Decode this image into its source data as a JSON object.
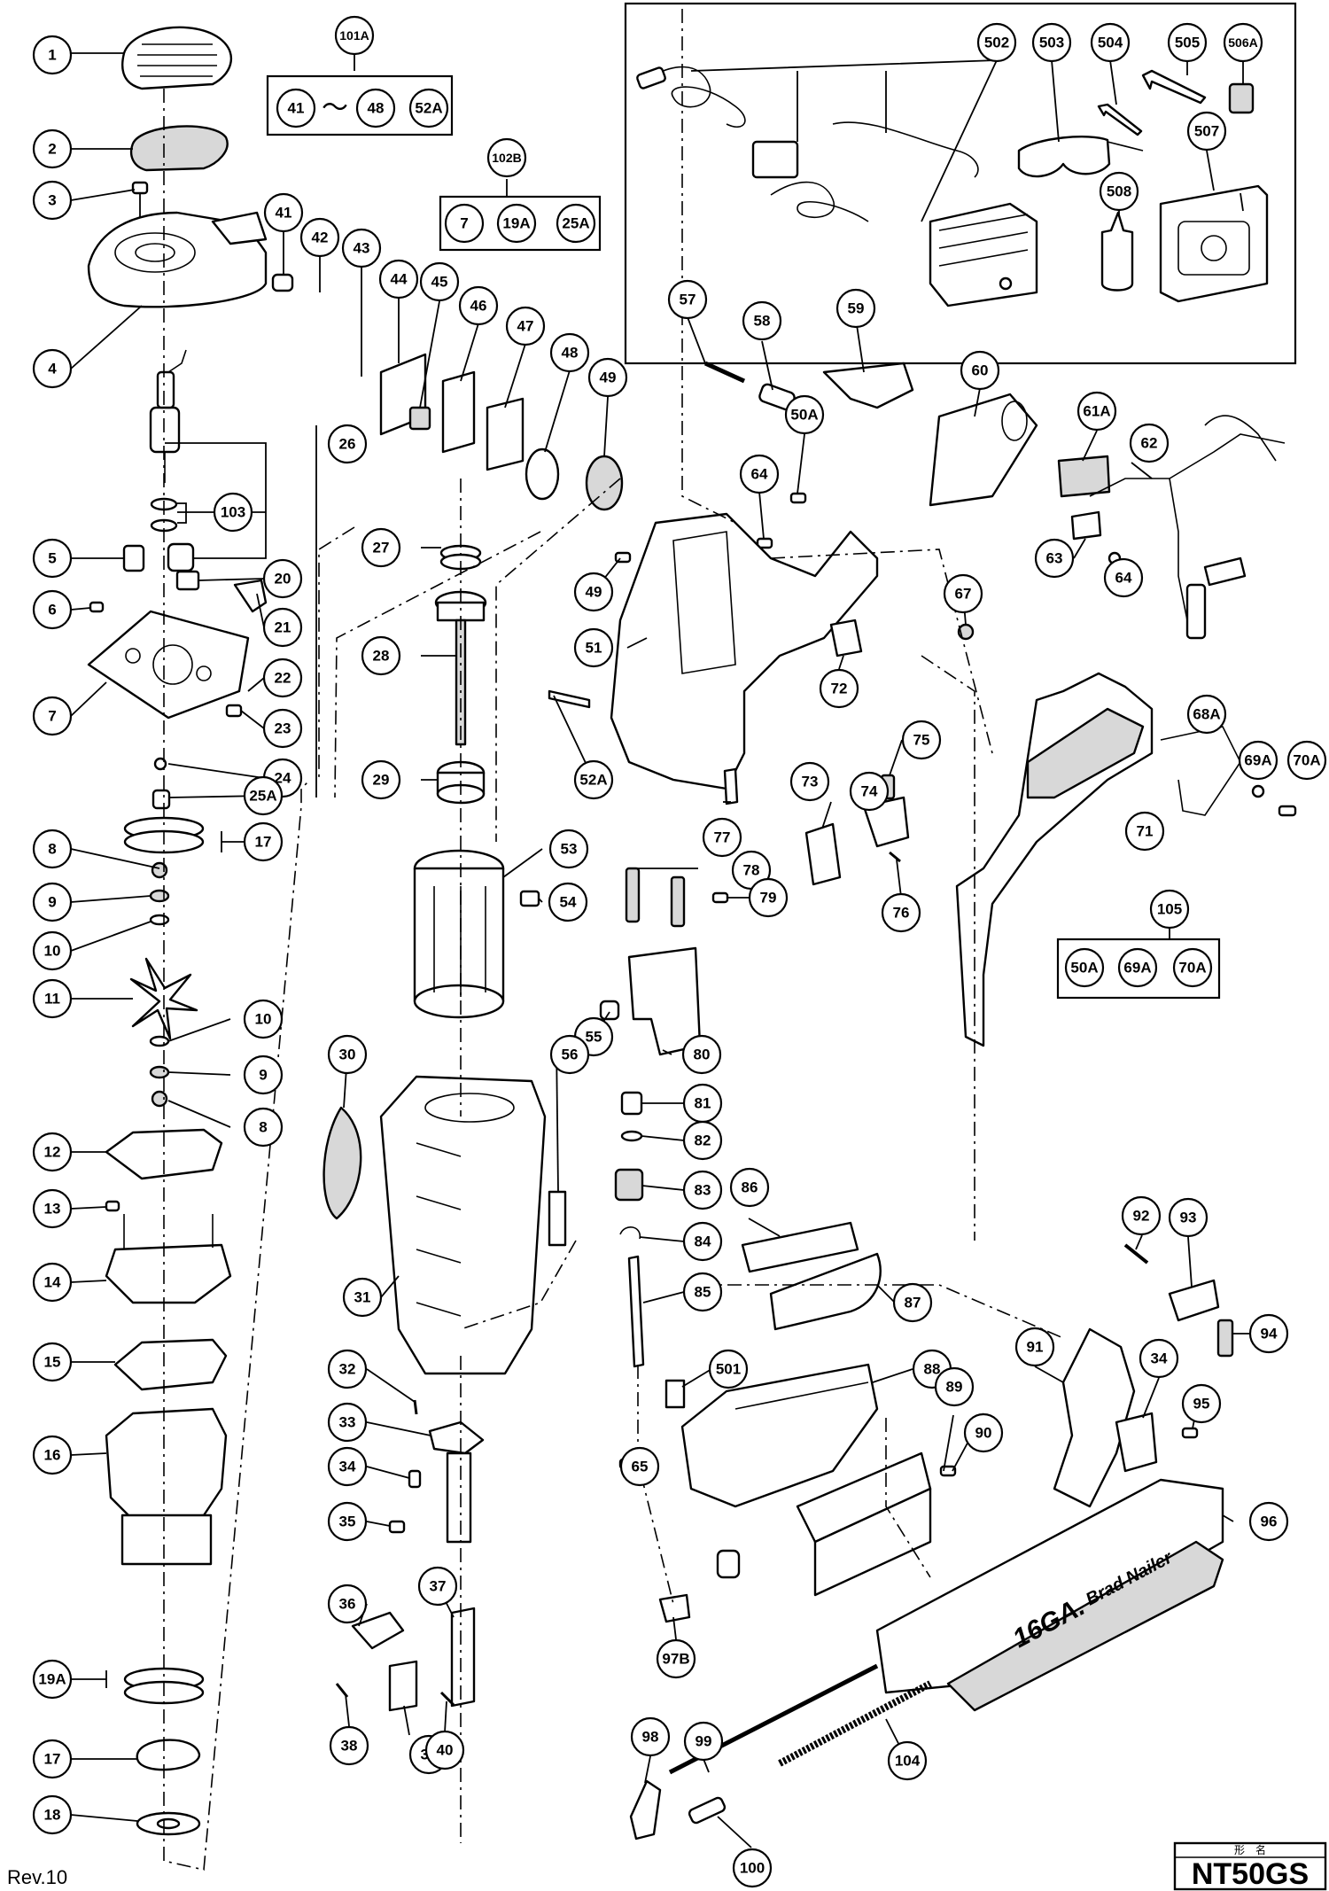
{
  "revision": "Rev.10",
  "model": {
    "caption": "形　名",
    "name": "NT50GS"
  },
  "tool_marking": {
    "gauge": "16GA.",
    "type": "Brad Nailer"
  },
  "callouts": [
    "1",
    "2",
    "3",
    "4",
    "5",
    "6",
    "7",
    "8",
    "9",
    "10",
    "11",
    "10",
    "9",
    "8",
    "12",
    "13",
    "14",
    "15",
    "16",
    "17",
    "18",
    "103",
    "20",
    "21",
    "22",
    "23",
    "24",
    "25A",
    "17",
    "19A",
    "26",
    "27",
    "28",
    "29",
    "30",
    "31",
    "32",
    "33",
    "34",
    "35",
    "36",
    "37",
    "38",
    "39",
    "40",
    "41",
    "42",
    "43",
    "44",
    "45",
    "46",
    "47",
    "48",
    "49",
    "49",
    "50A",
    "51",
    "52A",
    "53",
    "54",
    "55",
    "56",
    "57",
    "58",
    "59",
    "60",
    "61A",
    "62",
    "63",
    "64",
    "64",
    "65",
    "67",
    "68A",
    "69A",
    "70A",
    "71",
    "72",
    "73",
    "74",
    "75",
    "76",
    "77",
    "78",
    "79",
    "80",
    "81",
    "82",
    "83",
    "84",
    "85",
    "86",
    "87",
    "88",
    "89",
    "90",
    "91",
    "92",
    "93",
    "94",
    "34",
    "95",
    "96",
    "97B",
    "98",
    "99",
    "100",
    "104",
    "501",
    "502",
    "503",
    "504",
    "505",
    "506A",
    "507",
    "508"
  ],
  "groups": [
    {
      "label": "101A",
      "members": [
        "41",
        "48",
        "52A"
      ],
      "separator": "〜"
    },
    {
      "label": "102B",
      "members": [
        "7",
        "19A",
        "25A"
      ]
    },
    {
      "label": "105",
      "members": [
        "50A",
        "69A",
        "70A"
      ]
    }
  ]
}
